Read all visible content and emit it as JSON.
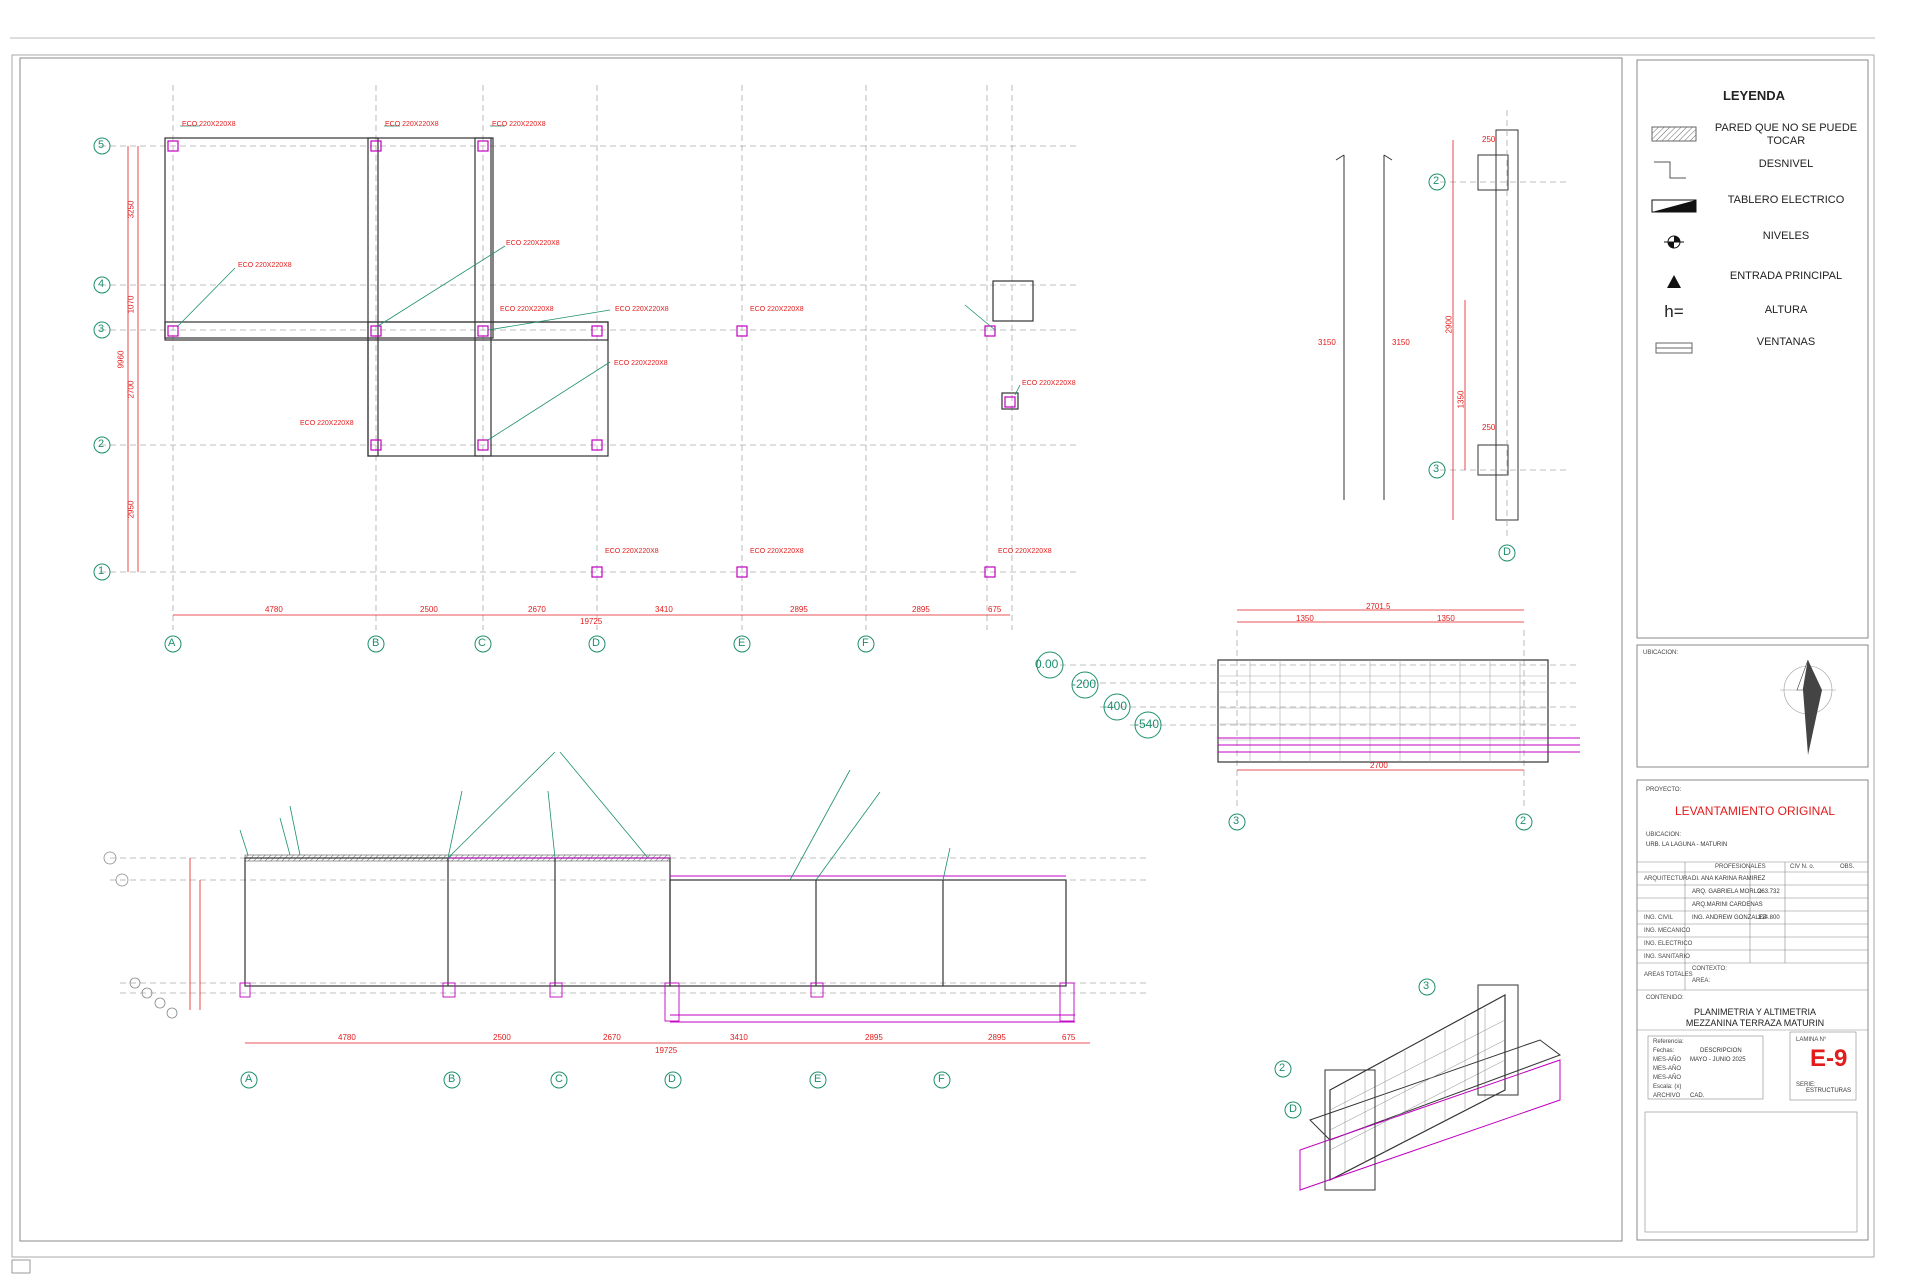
{
  "legend": {
    "title": "LEYENDA",
    "items": [
      {
        "label": "PARED QUE NO SE PUEDE TOCAR",
        "symbol": "hatch-wall-icon"
      },
      {
        "label": "DESNIVEL",
        "symbol": "step-line-icon"
      },
      {
        "label": "TABLERO ELECTRICO",
        "symbol": "electric-panel-icon"
      },
      {
        "label": "NIVELES",
        "symbol": "level-mark-icon"
      },
      {
        "label": "ENTRADA PRINCIPAL",
        "symbol": "triangle-icon"
      },
      {
        "label": "ALTURA",
        "symbol": "h="
      },
      {
        "label": "VENTANAS",
        "symbol": "window-lines-icon"
      }
    ]
  },
  "location": {
    "label": "UBICACION:"
  },
  "title_block": {
    "proyecto_label": "PROYECTO:",
    "title": "LEVANTAMIENTO ORIGINAL",
    "ubicacion_label": "UBICACION:",
    "ubicacion_value": "URB. LA LAGUNA - MATURIN",
    "headers": {
      "profesionales": "PROFESIONALES",
      "civ": "CIV N. o.",
      "obs": "OBS."
    },
    "rows": [
      {
        "role": "ARQUITECTURA",
        "name": "DI. ANA KARINA RAMIREZ",
        "num": ""
      },
      {
        "role": "",
        "name": "ARQ. GABRIELA MORLO",
        "num": "263.732"
      },
      {
        "role": "",
        "name": "ARQ.MARINI CARDENAS",
        "num": ""
      },
      {
        "role": "ING. CIVIL",
        "name": "ING. ANDREW GONZALEZ",
        "num": "314.800"
      },
      {
        "role": "ING. MECANICO",
        "name": "",
        "num": ""
      },
      {
        "role": "ING. ELECTRICO",
        "name": "",
        "num": ""
      },
      {
        "role": "ING. SANITARIO",
        "name": "",
        "num": ""
      }
    ],
    "areas_label": "AREAS TOTALES",
    "contexto_label": "CONTEXTO:",
    "area_label": "AREA:",
    "contenido_label": "CONTENIDO:",
    "contenido_line1": "PLANIMETRIA Y ALTIMETRIA",
    "contenido_line2": "MEZZANINA TERRAZA MATURIN",
    "ref_rows": [
      {
        "label": "Referencia:",
        "value": ""
      },
      {
        "label": "Fechas:",
        "value": "DESCRIPCION"
      },
      {
        "label": "MES-AÑO",
        "value": "MAYO - JUNIO 2025"
      },
      {
        "label": "MES-AÑO",
        "value": ""
      },
      {
        "label": "MES-AÑO",
        "value": ""
      },
      {
        "label": "Escala: (x)",
        "value": ""
      },
      {
        "label": "ARCHIVO",
        "value": "CAD."
      }
    ],
    "lamina_label": "LAMINA N°",
    "sheet": "E-9",
    "serie_label": "SERIE:",
    "serie_value": "ESTRUCTURAS"
  },
  "plan": {
    "grid_x": [
      "A",
      "B",
      "C",
      "D",
      "E",
      "F"
    ],
    "grid_y": [
      "5",
      "4",
      "3",
      "2",
      "1"
    ],
    "dims_x": [
      "4780",
      "2500",
      "2670",
      "3410",
      "2895",
      "2895",
      "675"
    ],
    "total_x": "19725",
    "dims_y": [
      "3250",
      "1070",
      "2700",
      "2950"
    ],
    "total_y": "9960",
    "footing": "ECO 220X220X8"
  },
  "elevation": {
    "grid_x": [
      "A",
      "B",
      "C",
      "D",
      "E",
      "F"
    ],
    "dims_x": [
      "4780",
      "2500",
      "2670",
      "3410",
      "2895",
      "2895",
      "675"
    ],
    "total_x": "19725",
    "levels": [
      "0.00",
      "-200",
      "-400",
      "-540"
    ]
  },
  "walls": {
    "lateral_axes": [
      "3",
      "2"
    ],
    "lateral_top": "2701.5",
    "lateral_half": "1350",
    "lateral_bottom": "2700",
    "superior_axes": [
      "2",
      "3",
      "D"
    ],
    "superior_dims": [
      "250",
      "2900",
      "1350",
      "250"
    ],
    "pillar_dim": "3150",
    "persp_axes": [
      "3",
      "2",
      "D"
    ]
  },
  "colors": {
    "dim": "#e31b1b",
    "grid": "#1d8f6e",
    "section": "#c000c0",
    "line": "#333333"
  }
}
